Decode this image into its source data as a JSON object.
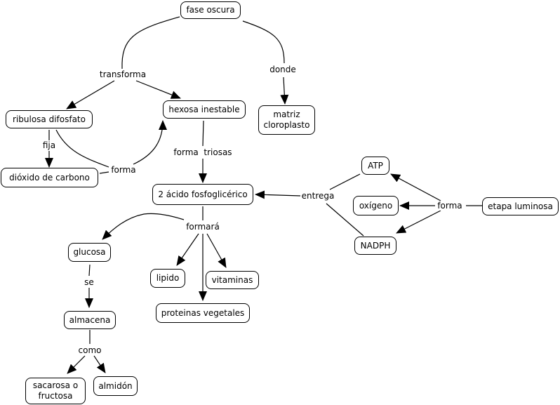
{
  "concepts": {
    "fase_oscura": "fase oscura",
    "ribulosa": "ribulosa difosfato",
    "hexosa": "hexosa inestable",
    "matriz": "matriz cloroplasto",
    "dioxido": "dióxido de carbono",
    "acido": "2 ácido fosfoglicérico",
    "atp": "ATP",
    "oxigeno": "oxígeno",
    "nadph": "NADPH",
    "etapa": "etapa luminosa",
    "glucosa": "glucosa",
    "lipido": "lipido",
    "vitaminas": "vitaminas",
    "proteinas": "proteinas vegetales",
    "almacena": "almacena",
    "sacarosa": "sacarosa o fructosa",
    "almidon": "almidón"
  },
  "linking_phrases": {
    "transforma": "transforma",
    "donde": "donde",
    "fija": "fija",
    "forma_left": "forma",
    "forma_triosas": "forma  triosas",
    "entrega": "entrega",
    "forma_right": "forma",
    "formara": "formará",
    "se": "se",
    "como": "como"
  }
}
